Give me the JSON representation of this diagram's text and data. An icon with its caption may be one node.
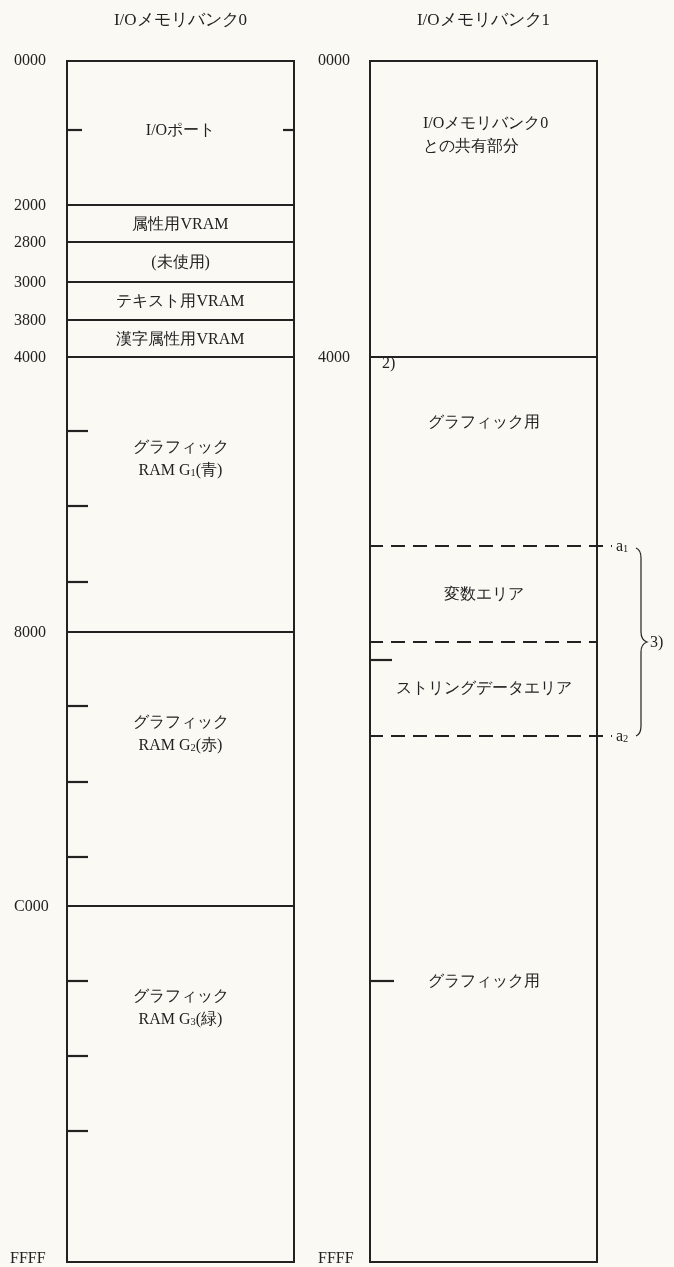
{
  "diagram": {
    "nodes": [
      {
        "text": [
          "I/Oメモリバンク0"
        ]
      },
      {
        "text": [
          "I/Oポート"
        ],
        "in": 0
      },
      {
        "text": [
          "属性用VRAM"
        ],
        "in": 0
      },
      {
        "text": [
          "(未使用)"
        ],
        "in": 0
      },
      {
        "text": [
          "テキスト用VRAM"
        ],
        "in": 0
      },
      {
        "text": [
          "漢字属性用VRAM"
        ],
        "in": 0
      },
      {
        "text": [
          "グラフィックRAM G$_{1}$(青)"
        ],
        "in": 0
      },
      {
        "text": [
          "グラフィックRAM G$_{2}$(赤)"
        ],
        "in": 0
      },
      {
        "text": [
          "グラフィックRAM G$_{3}$(緑)"
        ],
        "in": 0
      },
      {
        "text": [
          "I/Oメモリバンク1"
        ]
      },
      {
        "text": [
          "I/Oメモリバンク0との共有部分"
        ],
        "in": 9
      },
      {
        "text": [
          "グラフィック用"
        ],
        "in": 9
      },
      {
        "text": [
          "変数エリア"
        ],
        "in": 9
      },
      {
        "text": [
          "ストリングデータエリア"
        ],
        "in": 9
      },
      {
        "text": [
          "グラフィック用"
        ],
        "in": 9
      }
    ],
    "labels": [
      "0000",
      "2000",
      "2800",
      "3000",
      "3800",
      "4000",
      "8000",
      "C000",
      "FFFF",
      "0000",
      "4000",
      "FFFF",
      "2)",
      "a$_{1}$",
      "3)",
      "a$_{2}$"
    ]
  }
}
